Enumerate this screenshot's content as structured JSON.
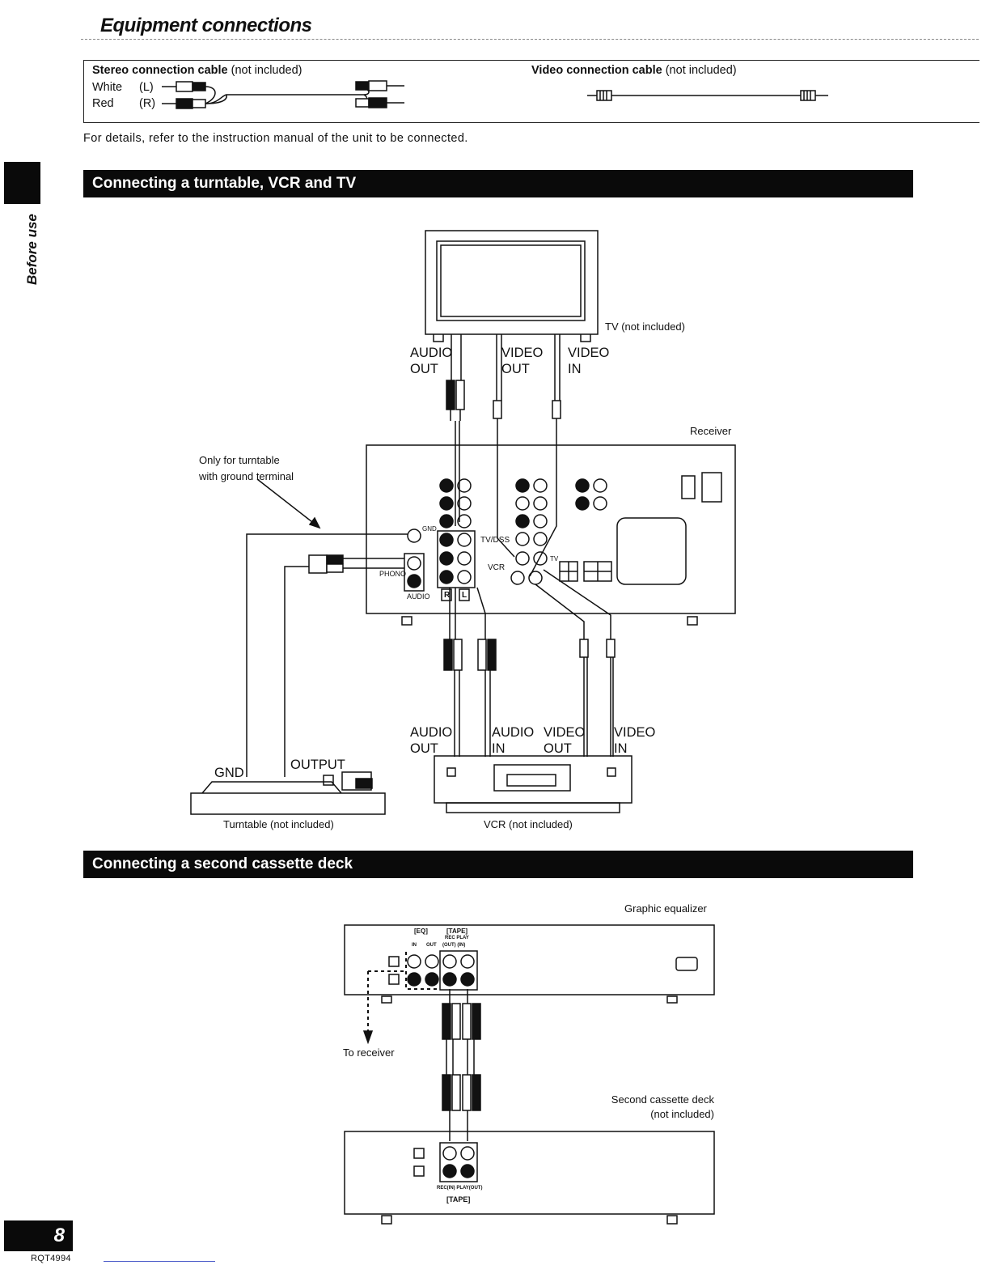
{
  "header": {
    "title": "Equipment connections"
  },
  "cables": {
    "stereo_bold": "Stereo connection cable",
    "stereo_rest": " (not included)",
    "white": "White",
    "white_ch": "(L)",
    "red": "Red",
    "red_ch": "(R)",
    "video_bold": "Video connection cable",
    "video_rest": " (not included)"
  },
  "details_text": "For details, refer to the instruction manual of the unit to be connected.",
  "side_tab": {
    "label": "Before use"
  },
  "section1": {
    "heading": "Connecting a turntable, VCR and TV",
    "tv_label": "TV (not included)",
    "tv_audio_out": [
      "AUDIO",
      "OUT"
    ],
    "tv_video_out": [
      "VIDEO",
      "OUT"
    ],
    "tv_video_in": [
      "VIDEO",
      "IN"
    ],
    "receiver_label": "Receiver",
    "ground_note": [
      "Only for turntable",
      "with ground terminal"
    ],
    "receiver_terms": {
      "gnd": "GND",
      "phono": "PHONO",
      "audio": "AUDIO",
      "r": "R",
      "l": "L",
      "tvdss": "TV/DSS",
      "vcr": "VCR",
      "tv": "TV"
    },
    "vcr_audio_out": [
      "AUDIO",
      "OUT"
    ],
    "vcr_audio_in": [
      "AUDIO",
      "IN"
    ],
    "vcr_video_out": [
      "VIDEO",
      "OUT"
    ],
    "vcr_video_in": [
      "VIDEO",
      "IN"
    ],
    "turntable_gnd": "GND",
    "turntable_output": "OUTPUT",
    "turntable_label": "Turntable (not included)",
    "vcr_label": "VCR (not included)"
  },
  "section2": {
    "heading": "Connecting a second cassette deck",
    "eq_label": "Graphic equalizer",
    "eq_terms": {
      "eq": "[EQ]",
      "tape": "[TAPE]",
      "rec_play": "REC PLAY",
      "in": "IN",
      "out": "OUT",
      "out_in": "(OUT) (IN)"
    },
    "to_receiver": "To receiver",
    "deck_label": [
      "Second cassette deck",
      "(not included)"
    ],
    "deck_terms": {
      "recplay": "REC(IN) PLAY(OUT)",
      "tape": "[TAPE]"
    }
  },
  "footer": {
    "page_number": "8",
    "doc_code": "RQT4994"
  }
}
